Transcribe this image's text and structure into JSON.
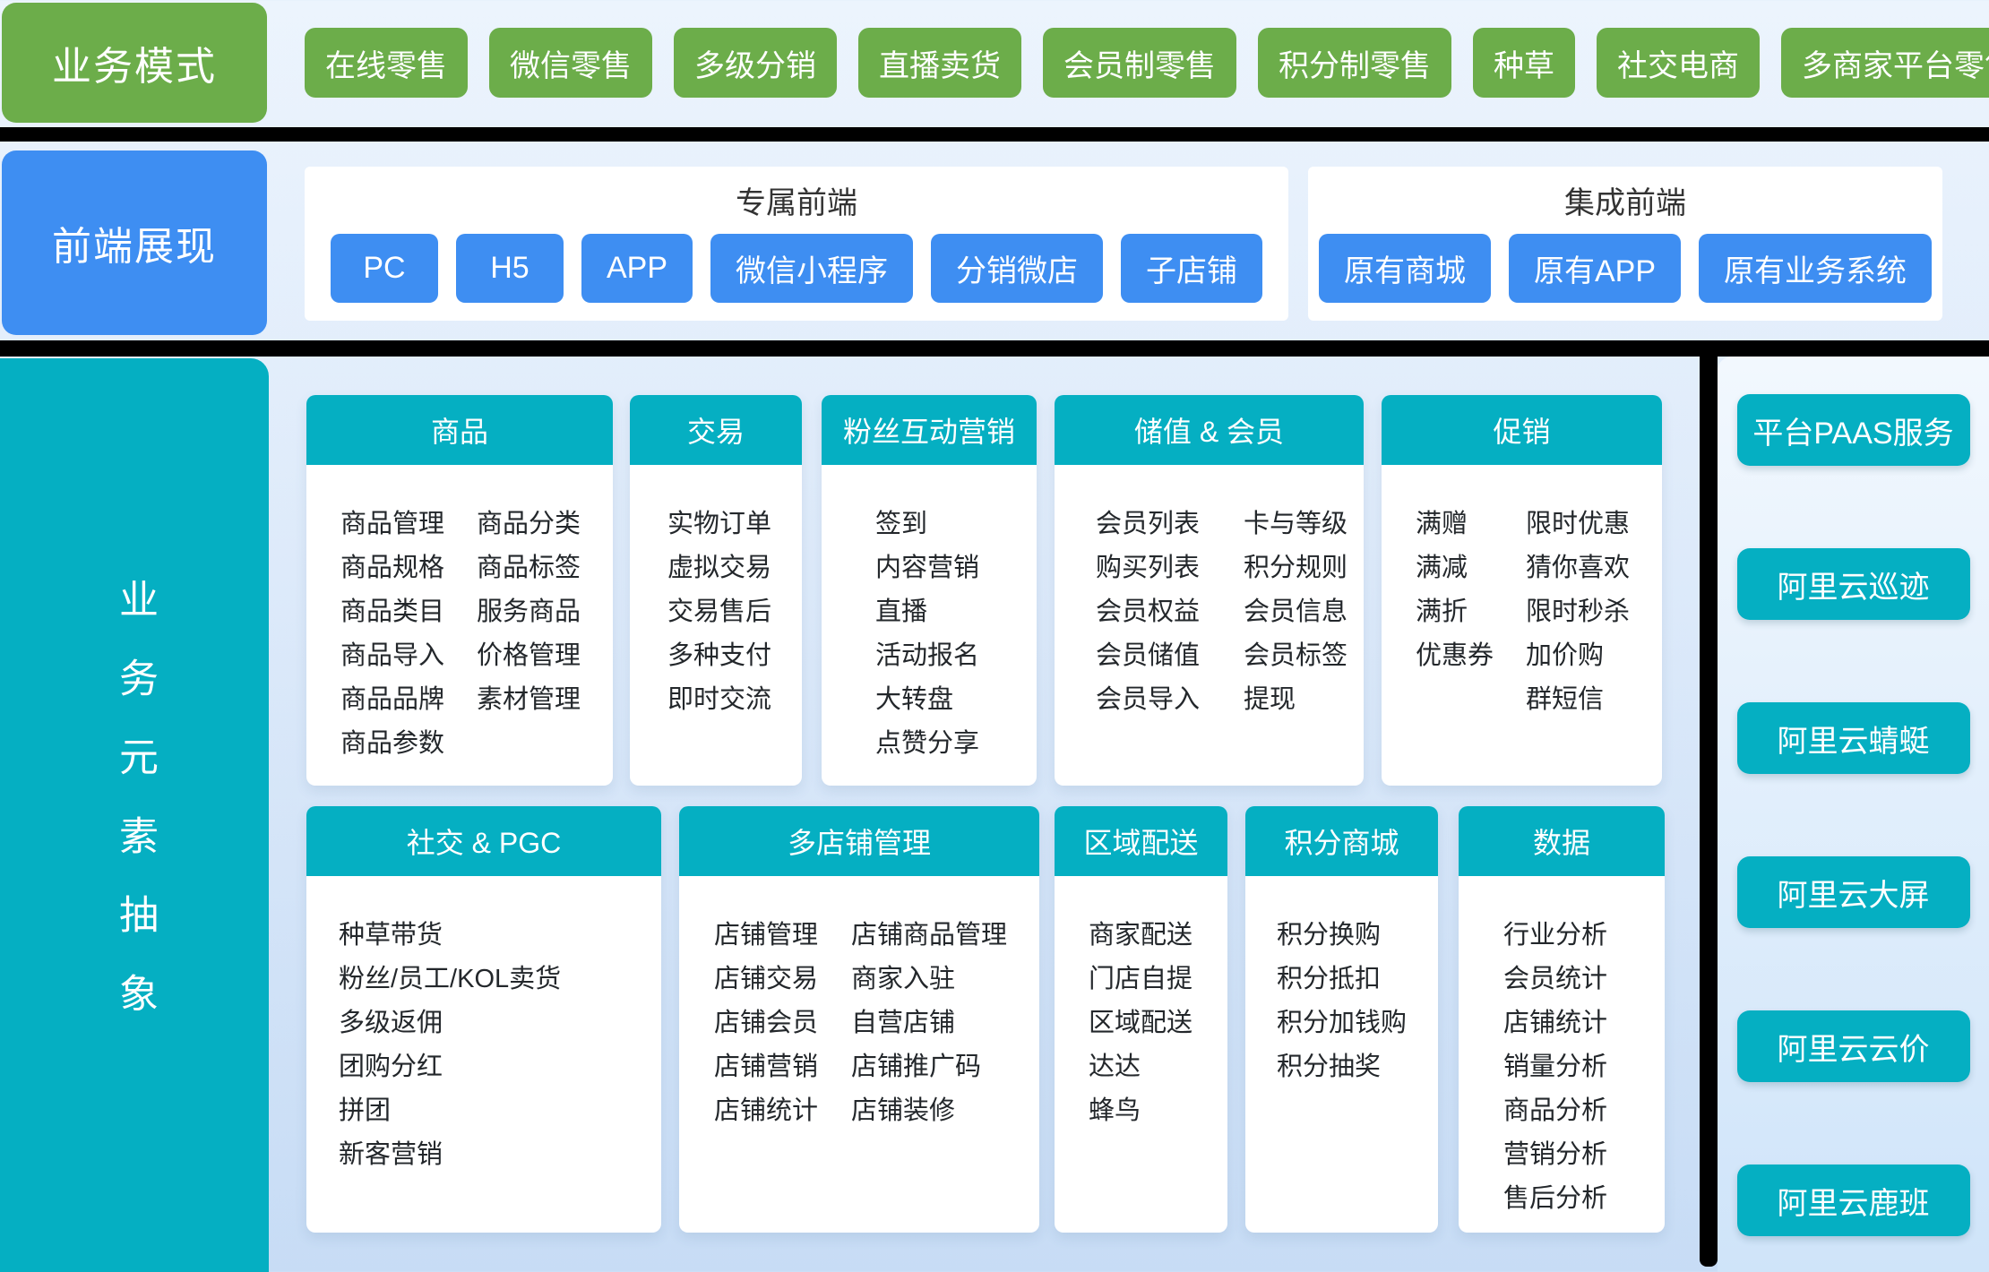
{
  "business_modes": {
    "label": "业务模式",
    "modes": [
      "在线零售",
      "微信零售",
      "多级分销",
      "直播卖货",
      "会员制零售",
      "积分制零售",
      "种草",
      "社交电商",
      "多商家平台零售"
    ]
  },
  "frontend_row": {
    "label": "前端展现",
    "panels": [
      {
        "title": "专属前端",
        "buttons": [
          "PC",
          "H5",
          "APP",
          "微信小程序",
          "分销微店",
          "子店铺"
        ]
      },
      {
        "title": "集成前端",
        "buttons": [
          "原有商城",
          "原有APP",
          "原有业务系统"
        ]
      }
    ]
  },
  "elements_section": {
    "label": "业务元素抽象",
    "cards": [
      {
        "title": "商品",
        "columns": [
          [
            "商品管理",
            "商品规格",
            "商品类目",
            "商品导入",
            "商品品牌",
            "商品参数"
          ],
          [
            "商品分类",
            "商品标签",
            "服务商品",
            "价格管理",
            "素材管理"
          ]
        ]
      },
      {
        "title": "交易",
        "columns": [
          [
            "实物订单",
            "虚拟交易",
            "交易售后",
            "多种支付",
            "即时交流"
          ]
        ]
      },
      {
        "title": "粉丝互动营销",
        "columns": [
          [
            "签到",
            "内容营销",
            "直播",
            "活动报名",
            "大转盘",
            "点赞分享"
          ]
        ]
      },
      {
        "title": "储值 & 会员",
        "columns": [
          [
            "会员列表",
            "购买列表",
            "会员权益",
            "会员储值",
            "会员导入"
          ],
          [
            "卡与等级",
            "积分规则",
            "会员信息",
            "会员标签",
            "提现"
          ]
        ]
      },
      {
        "title": "促销",
        "columns": [
          [
            "满赠",
            "满减",
            "满折",
            "优惠券"
          ],
          [
            "限时优惠",
            "猜你喜欢",
            "限时秒杀",
            "加价购",
            "群短信"
          ]
        ]
      },
      {
        "title": "社交 & PGC",
        "columns": [
          [
            "种草带货",
            "粉丝/员工/KOL卖货",
            "多级返佣",
            "团购分红",
            "拼团",
            "新客营销"
          ]
        ]
      },
      {
        "title": "多店铺管理",
        "columns": [
          [
            "店铺管理",
            "店铺交易",
            "店铺会员",
            "店铺营销",
            "店铺统计"
          ],
          [
            "店铺商品管理",
            "商家入驻",
            "自营店铺",
            "店铺推广码",
            "店铺装修"
          ]
        ]
      },
      {
        "title": "区域配送",
        "columns": [
          [
            "商家配送",
            "门店自提",
            "区域配送",
            "达达",
            "蜂鸟"
          ]
        ]
      },
      {
        "title": "积分商城",
        "columns": [
          [
            "积分换购",
            "积分抵扣",
            "积分加钱购",
            "积分抽奖"
          ]
        ]
      },
      {
        "title": "数据",
        "columns": [
          [
            "行业分析",
            "会员统计",
            "店铺统计",
            "销量分析",
            "商品分析",
            "营销分析",
            "售后分析"
          ]
        ]
      }
    ]
  },
  "paas_sidebar": {
    "buttons": [
      "平台PAAS服务",
      "阿里云巡迹",
      "阿里云蜻蜓",
      "阿里云大屏",
      "阿里云云价",
      "阿里云鹿班"
    ]
  },
  "colors": {
    "green": "#6cad4a",
    "blue": "#3e8ef2",
    "teal": "#05afc2",
    "ink": "#23272b",
    "bg-top": "#ecf4fd",
    "bg-bottom": "#c7dcf5"
  }
}
